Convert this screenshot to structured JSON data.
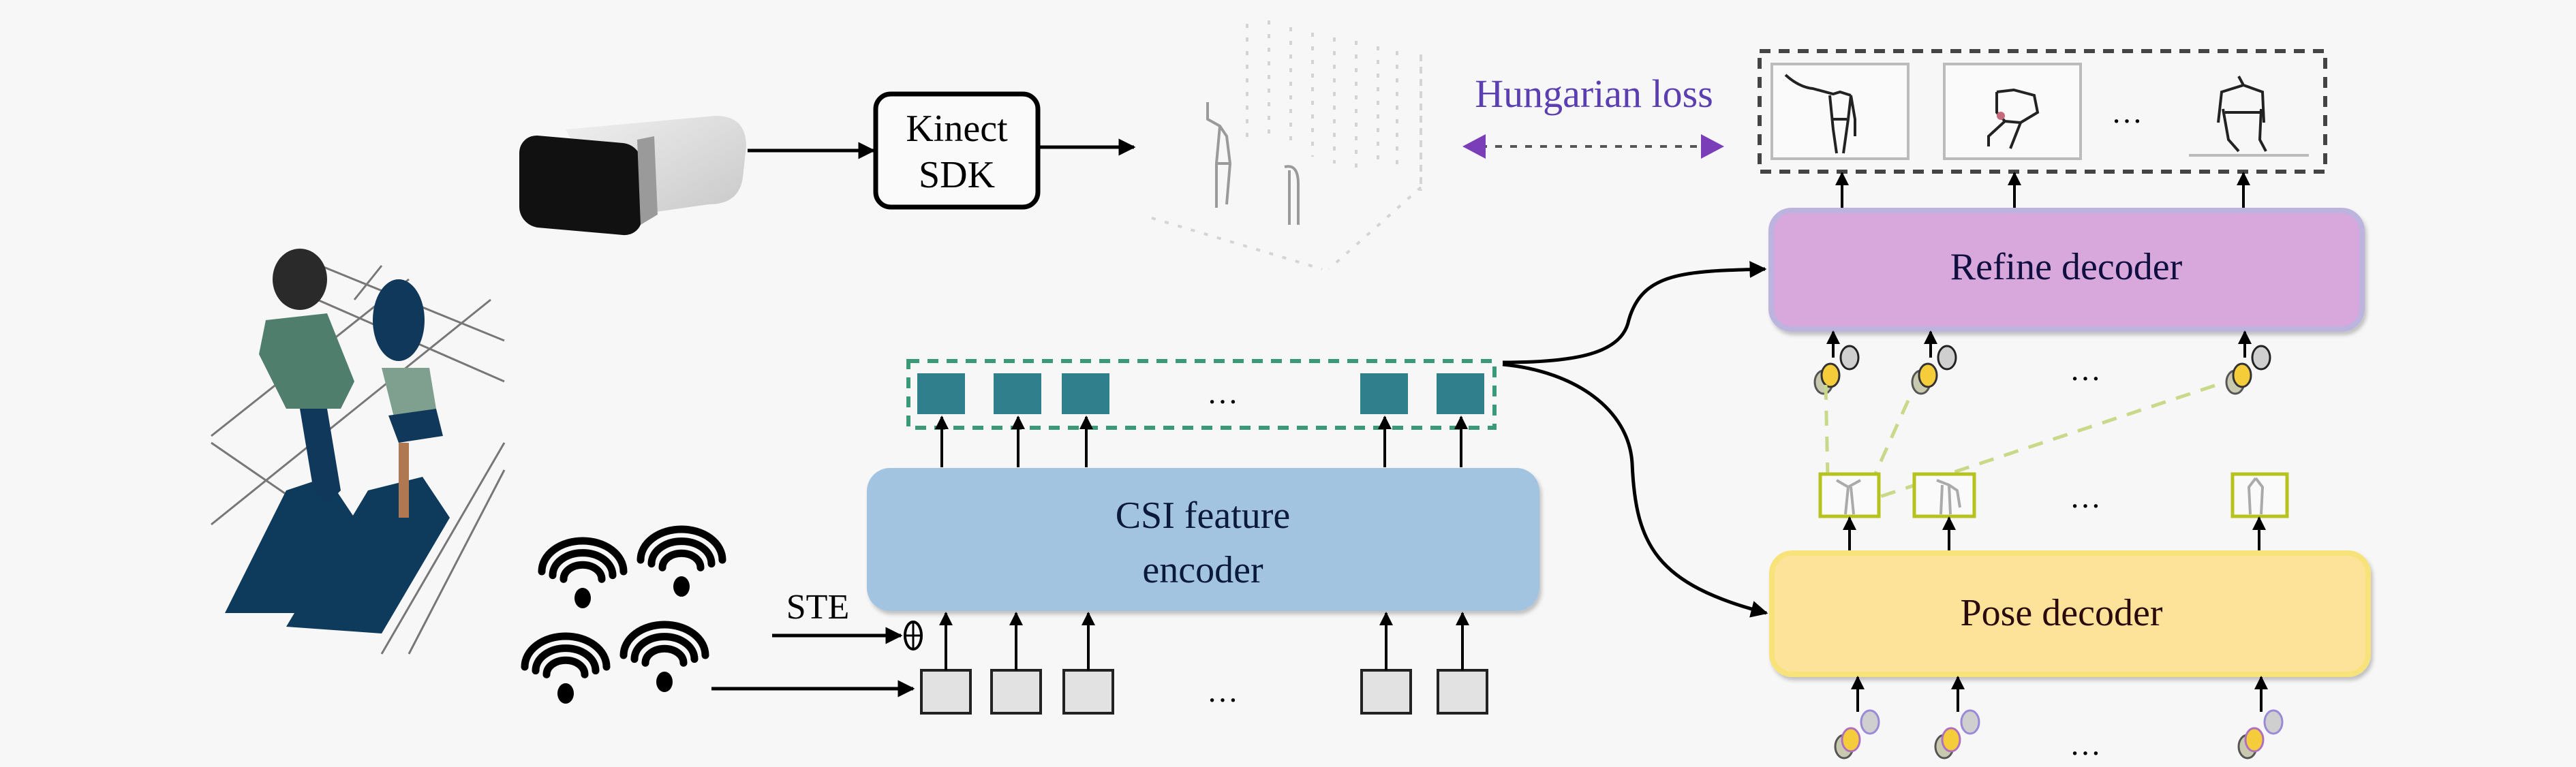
{
  "figure": {
    "type": "architecture-diagram",
    "colors": {
      "background": "#f7f7f7",
      "encoder_fill": "#a2c4e0",
      "refine_fill": "#d8a7dc",
      "refine_border": "#bcb4de",
      "pose_fill": "#fde39a",
      "pose_border": "#f8e27a",
      "token_fill": "#2f7f8c",
      "token_box_border": "#3a9a78",
      "input_box_fill": "#e2e2e2",
      "hungarian_color": "#5b3eb0",
      "hungarian_arrow": "#7a3fb8",
      "query_link": "#c9d98a",
      "skeleton_box_border": "#b6c21e",
      "query_yellow": "#f5cc3a",
      "query_gray": "#cfcfcf",
      "query_purple_ring": "#9a88d8"
    }
  },
  "kinect": {
    "device_icon": "kinect-camera-icon",
    "sdk_label_line1": "Kinect",
    "sdk_label_line2": "SDK",
    "pointcloud_icon": "3d-skeleton-pointcloud-icon"
  },
  "people_image": "two-people-walking-illustration",
  "wifi": {
    "icon": "wifi-icon",
    "count": 4
  },
  "ste_label": "STE",
  "oplus_symbol": "⊕",
  "encoder": {
    "line1": "CSI feature",
    "line2": "encoder"
  },
  "tokens": {
    "ellipsis": "…",
    "count_shown": 5
  },
  "inputs": {
    "ellipsis": "…",
    "count_shown": 5
  },
  "refine_decoder": {
    "label": "Refine decoder"
  },
  "pose_decoder": {
    "label": "Pose decoder"
  },
  "hungarian": {
    "label": "Hungarian loss"
  },
  "outputs": {
    "ellipsis": "…",
    "icon": "skeleton-pose-icon"
  },
  "intermediate": {
    "ellipsis": "…"
  },
  "refine_queries": {
    "ellipsis": "…"
  },
  "pose_queries": {
    "ellipsis": "…"
  }
}
